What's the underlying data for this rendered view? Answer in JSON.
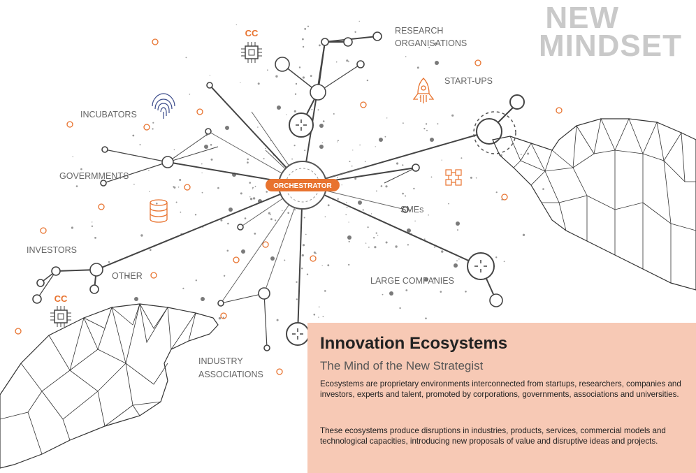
{
  "brand": {
    "line1": "NEW",
    "line2": "MINDSET"
  },
  "diagram": {
    "center_label": "ORCHESTRATOR",
    "nodes": {
      "research": [
        "RESEARCH",
        "ORGANISATIONS"
      ],
      "startups": "START-UPS",
      "incubators": "INCUBATORS",
      "governments": "GOVERMMENTS",
      "smes": "SMEs",
      "investors": "INVESTORS",
      "other": "OTHER",
      "large_companies": "LARGE COMPANIES",
      "industry": [
        "INDUSTRY",
        "ASSOCIATIONS"
      ]
    },
    "chip_label": "CC"
  },
  "panel": {
    "title": "Innovation Ecosystems",
    "subtitle": "The Mind of the New Strategist",
    "paragraph1": "Ecosystems are proprietary environments interconnected from startups, researchers, companies and investors, experts and talent, promoted by corporations, governments, associations and universities.",
    "paragraph2": "These ecosystems produce disruptions in industries, products, services, commercial models and technological capacities, introducing new proposals of value and disruptive ideas and projects."
  },
  "colors": {
    "accent": "#e8732f",
    "panel_bg": "#f7c9b5",
    "line": "#444444",
    "brand": "#c9c9c9"
  }
}
